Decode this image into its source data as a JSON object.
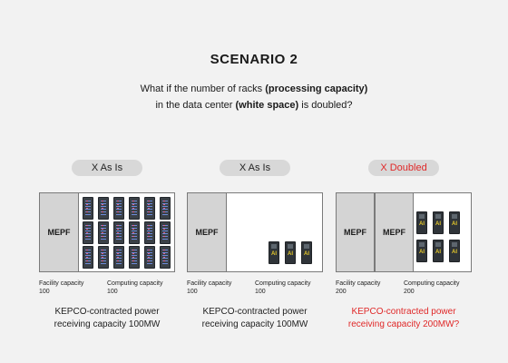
{
  "title": "SCENARIO 2",
  "question": {
    "line1_pre": "What if the number of racks ",
    "line1_bold": "(processing capacity)",
    "line2_pre": "in the data center ",
    "line2_bold": "(white space)",
    "line2_post": " is doubled?"
  },
  "panels": [
    {
      "badge": "X As Is",
      "mepf": [
        "MEPF"
      ],
      "facility_label": "Facility capacity",
      "facility_value": "100",
      "computing_label": "Computing capacity",
      "computing_value": "100",
      "footer_line1": "KEPCO-contracted power",
      "footer_line2": "receiving capacity 100MW"
    },
    {
      "badge": "X As Is",
      "mepf": [
        "MEPF"
      ],
      "facility_label": "Facility capacity",
      "facility_value": "100",
      "computing_label": "Computing capacity",
      "computing_value": "100",
      "footer_line1": "KEPCO-contracted power",
      "footer_line2": "receiving capacity 100MW"
    },
    {
      "badge": "X Doubled",
      "mepf": [
        "MEPF",
        "MEPF"
      ],
      "facility_label": "Facility capacity",
      "facility_value": "200",
      "computing_label": "Computing capacity",
      "computing_value": "200",
      "footer_line1": "KEPCO-contracted power",
      "footer_line2": "receiving capacity 200MW?"
    }
  ],
  "rack_label": "AI",
  "colors": {
    "warning": "#e02828",
    "badge_bg": "#d8d8d8",
    "mepf_bg": "#d4d4d4",
    "background": "#f2f2f2"
  }
}
